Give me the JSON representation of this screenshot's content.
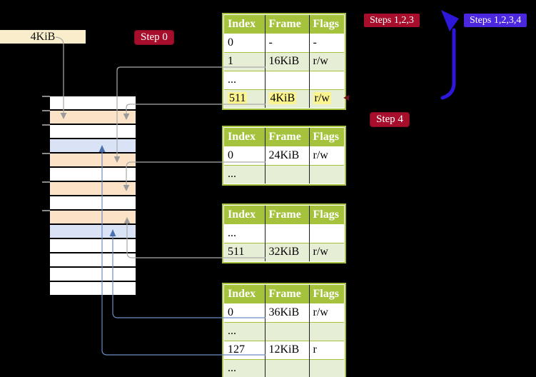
{
  "frame_label": {
    "text": "4KiB"
  },
  "step_labels": {
    "step0": "Step 0",
    "step4": "Step 4",
    "steps123": "Steps 1,2,3",
    "steps1234": "Steps 1,2,3,4"
  },
  "page_tables": [
    {
      "headers": [
        "Index",
        "Frame",
        "Flags"
      ],
      "rows": [
        {
          "cells": [
            "0",
            "-",
            "-"
          ]
        },
        {
          "cells": [
            "1",
            "16KiB",
            "r/w"
          ]
        },
        {
          "cells": [
            "...",
            "",
            ""
          ]
        },
        {
          "cells": [
            "511",
            "4KiB",
            "r/w"
          ],
          "highlighted": true
        }
      ]
    },
    {
      "headers": [
        "Index",
        "Frame",
        "Flags"
      ],
      "rows": [
        {
          "cells": [
            "0",
            "24KiB",
            "r/w"
          ]
        },
        {
          "cells": [
            "...",
            "",
            ""
          ]
        }
      ]
    },
    {
      "headers": [
        "Index",
        "Frame",
        "Flags"
      ],
      "rows": [
        {
          "cells": [
            "...",
            "",
            ""
          ]
        },
        {
          "cells": [
            "511",
            "32KiB",
            "r/w"
          ]
        }
      ]
    },
    {
      "headers": [
        "Index",
        "Frame",
        "Flags"
      ],
      "rows": [
        {
          "cells": [
            "0",
            "36KiB",
            "r/w"
          ]
        },
        {
          "cells": [
            "...",
            "",
            ""
          ]
        },
        {
          "cells": [
            "127",
            "12KiB",
            "r"
          ]
        },
        {
          "cells": [
            "...",
            "",
            ""
          ]
        }
      ]
    }
  ],
  "memory_column": {
    "rows": [
      "kind-free",
      "kind-table",
      "kind-free",
      "kind-page",
      "kind-table",
      "kind-free",
      "kind-table",
      "kind-free",
      "kind-table",
      "kind-page",
      "kind-free",
      "kind-free",
      "kind-free",
      "kind-free"
    ]
  },
  "colors": {
    "crimson_label": "#A60E2C",
    "violet_label": "#4B28E0",
    "cream_label": "#F9EDCB",
    "table_header_green": "#A4C23C",
    "table_row_green": "#E7EED6",
    "highlight_yellow": "#FCF48E",
    "memory_table_frame_peach": "#FCE3C7",
    "memory_mapped_page_blue": "#D9E3F5",
    "arrow_gray": "#ABABAB",
    "arrow_gray_head": "#9C9C9C",
    "arrow_blue_thin": "#6C8CC4",
    "arrow_blue_thin_head": "#4A70B0",
    "arrow_blue_thick": "#2D17DA",
    "arrow_dark_red": "#6E1020"
  }
}
